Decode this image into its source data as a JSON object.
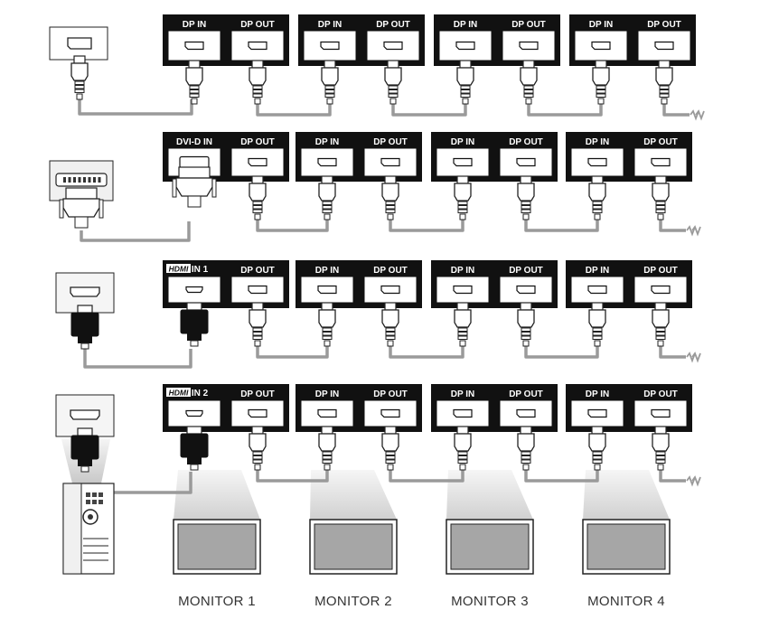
{
  "rows": [
    {
      "source": "dp",
      "first_port": "DP IN",
      "first_port_type": "dp"
    },
    {
      "source": "dvi",
      "first_port": "DVI-D IN",
      "first_port_type": "dvi"
    },
    {
      "source": "hdmi",
      "first_port": "IN 1",
      "first_port_type": "hdmi"
    },
    {
      "source": "pc",
      "first_port": "IN 2",
      "first_port_type": "hdmi"
    }
  ],
  "port_labels": {
    "dp_in": "DP IN",
    "dp_out": "DP OUT",
    "hdmi_logo": "HDMI"
  },
  "monitors": [
    "MONITOR 1",
    "MONITOR 2",
    "MONITOR 3",
    "MONITOR 4"
  ],
  "colors": {
    "panel": "#111111",
    "cable": "#9a9a9a",
    "outline": "#222222",
    "beam": "#d9d9d9"
  }
}
